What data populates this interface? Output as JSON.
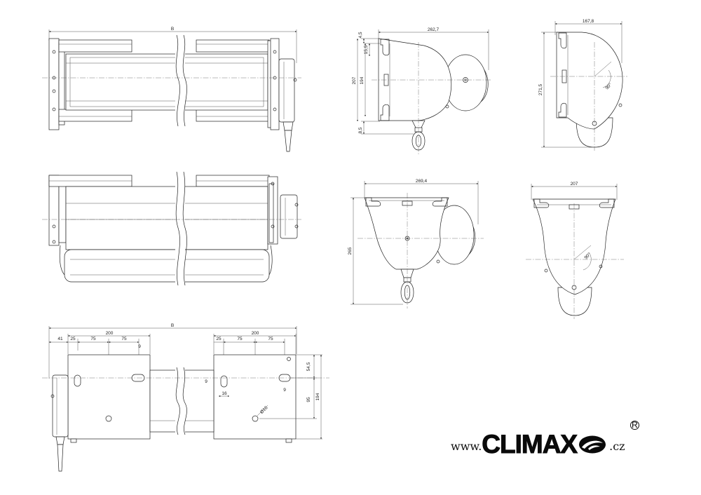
{
  "dims": {
    "top_b": "B",
    "mid_b": "B",
    "seg1_200": "200",
    "seg2_200": "200",
    "d41": "41",
    "d25a": "25",
    "d75a": "75",
    "d75b": "75",
    "d25b": "25",
    "d75c": "75",
    "d75d": "75",
    "d9a": "9",
    "d9b": "9",
    "d9c": "9",
    "d16": "16",
    "dia16": "Ø16",
    "d54_5": "54,5",
    "d95": "95",
    "d194b": "194",
    "w262_7": "262,7",
    "h4_5": "4,5",
    "h15_5": "15,5",
    "h207": "207",
    "h194": "194",
    "h8_5": "8,5",
    "w167_8": "167,8",
    "h271_5": "271,5",
    "ang1": "90°",
    "w269_4": "269,4",
    "h265": "265",
    "w207": "207",
    "ang2": "90°"
  },
  "brand": {
    "prefix": "www.",
    "name": "CLIMAX",
    "suffix": ".cz",
    "reg": "R"
  }
}
